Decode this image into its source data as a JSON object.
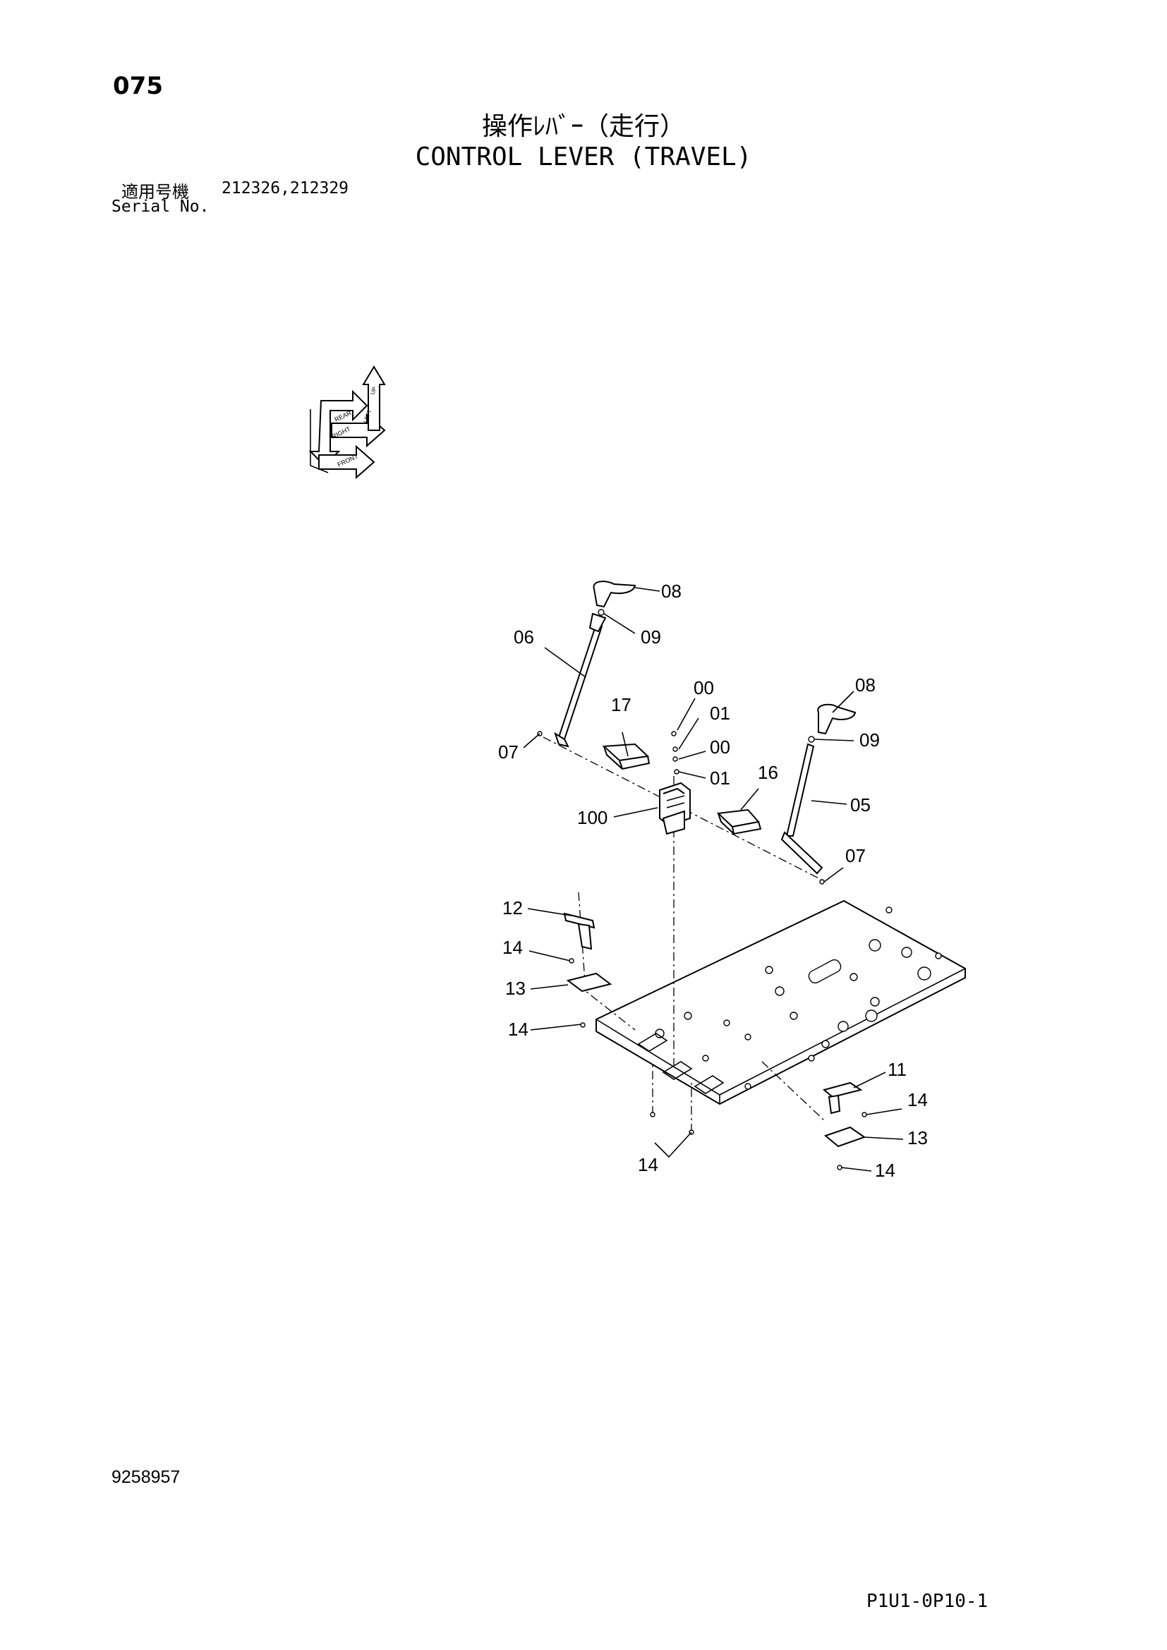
{
  "header": {
    "page_number": "075",
    "title_jp": "操作ﾚﾊﾞｰ（走行）",
    "title_en": "CONTROL LEVER (TRAVEL)",
    "serial_label_jp": "適用号機",
    "serial_values": "212326,212329",
    "serial_label_en": "Serial No."
  },
  "orientation_icon": {
    "labels": [
      "REAR",
      "RIGHT",
      "FRONT",
      "LEFT",
      "UP"
    ]
  },
  "callouts": {
    "c08_top": "08",
    "c09_top": "09",
    "c06": "06",
    "c00_a": "00",
    "c17": "17",
    "c01_a": "01",
    "c07_left": "07",
    "c00_b": "00",
    "c01_b": "01",
    "c08_right": "08",
    "c09_right": "09",
    "c16": "16",
    "c05": "05",
    "c100": "100",
    "c07_right": "07",
    "c12": "12",
    "c14_a": "14",
    "c13_left": "13",
    "c14_b": "14",
    "c11": "11",
    "c14_c": "14",
    "c13_right": "13",
    "c14_bottom": "14",
    "c14_right_bottom": "14"
  },
  "footer": {
    "drawing_number": "9258957",
    "sheet_code": "P1U1-0P10-1"
  }
}
